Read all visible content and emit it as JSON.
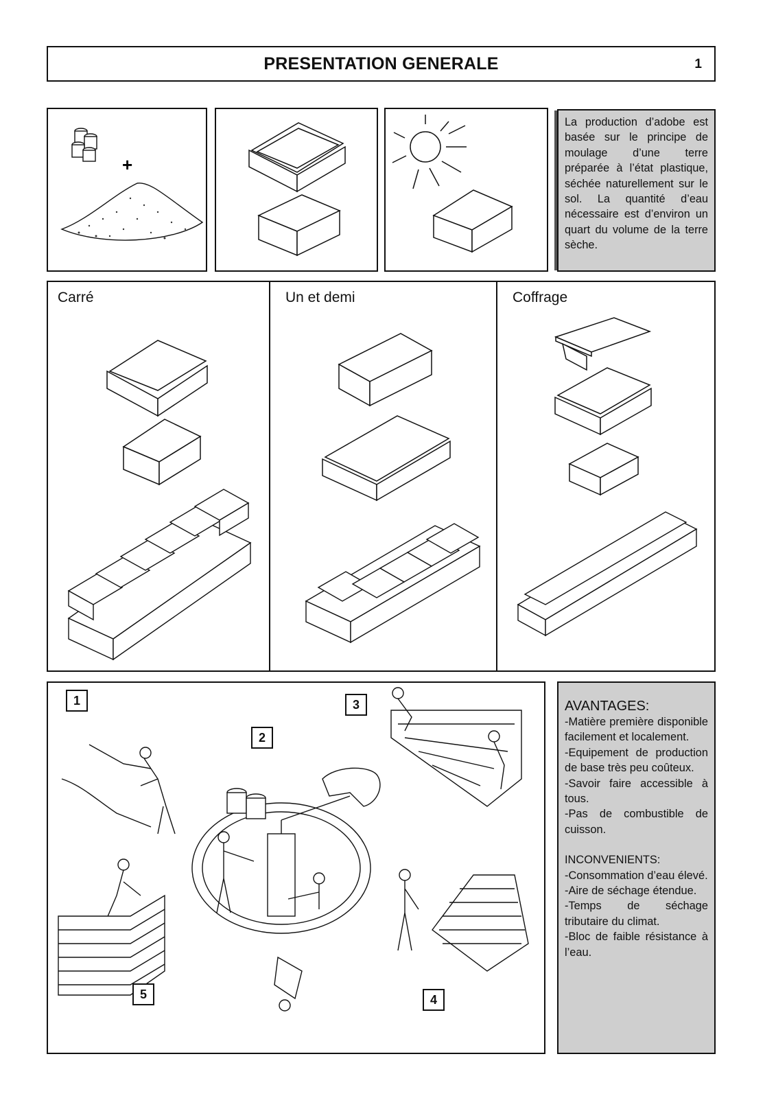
{
  "header": {
    "title": "PRESENTATION GENERALE",
    "page_number": "1"
  },
  "intro": {
    "text": "La production d’adobe est basée sur le principe de moulage d’une terre préparée à l’état plastique, séchée naturellement sur le sol. La quantité d’eau nécessaire est d’environ un quart du volume de la terre sèche.",
    "plus": "+"
  },
  "types": {
    "carre": "Carré",
    "un_et_demi": "Un et demi",
    "coffrage": "Coffrage"
  },
  "steps": [
    "1",
    "2",
    "3",
    "4",
    "5"
  ],
  "advantages": {
    "title": "AVANTAGES:",
    "items": [
      "-Matière première disponible facilement et localement.",
      "-Equipement de production de base très peu coûteux.",
      "-Savoir faire accessible à tous.",
      "-Pas de combustible de cuisson."
    ]
  },
  "inconvenients": {
    "title": "INCONVENIENTS:",
    "items": [
      "-Consommation d’eau élevé.",
      "-Aire de séchage étendue.",
      "-Temps de séchage tributaire du climat.",
      "-Bloc de faible résistance à l’eau."
    ]
  }
}
